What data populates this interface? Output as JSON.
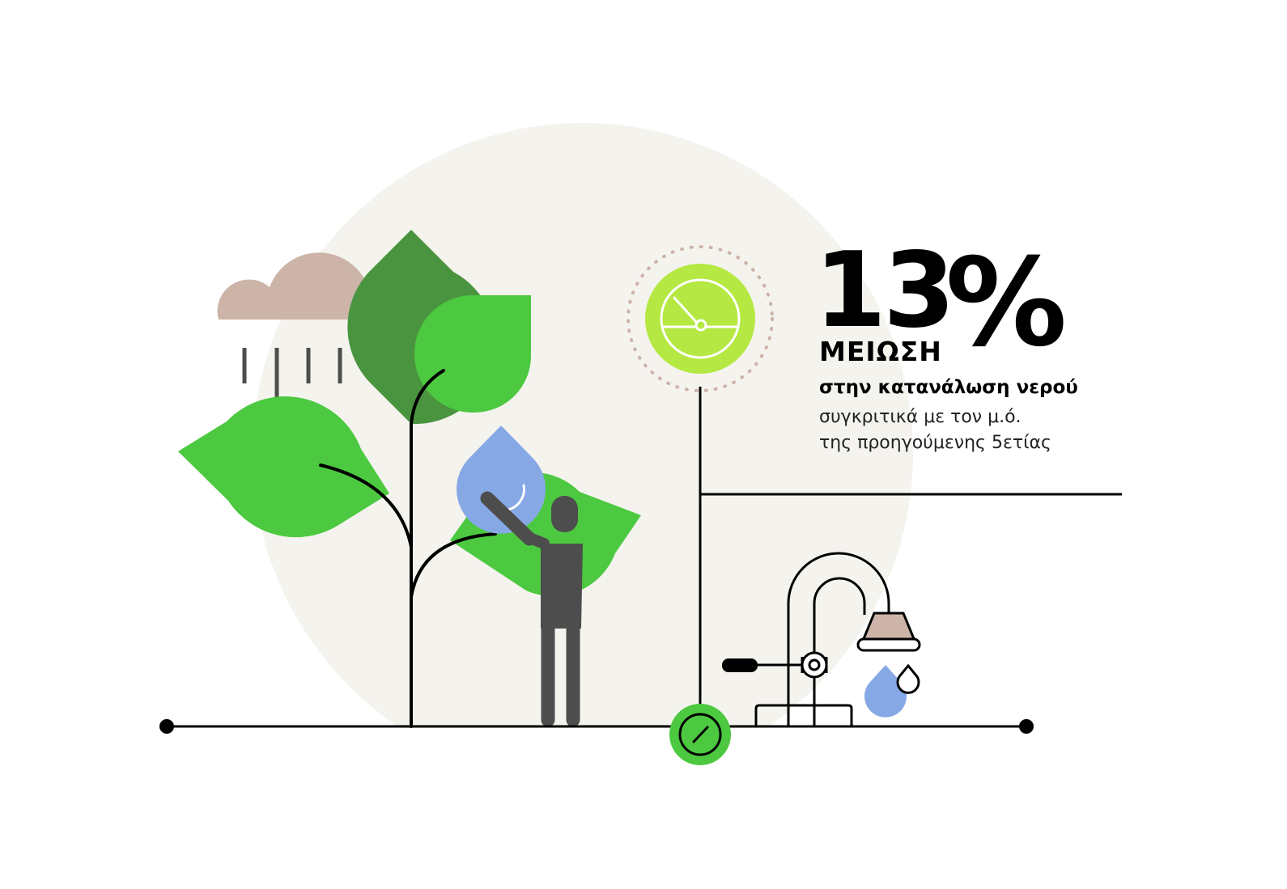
{
  "stat": {
    "number": "13",
    "percent": "%",
    "label": "ΜΕΙΩΣΗ",
    "subtitle": "στην κατανάλωση νερού",
    "description_lines": [
      "συγκριτικά με τον μ.ό.",
      "της προηγούμενης 5ετίας"
    ]
  },
  "colors": {
    "background_circle": "#f5f3ee",
    "leaf_green": "#4cc940",
    "leaf_dark_green": "#4a9440",
    "gauge_lime": "#b5e842",
    "cloud": "#ccb4a9",
    "water_drop": "#86a9e6",
    "person": "#4d4d4d",
    "line": "#000000"
  },
  "icons": [
    "cloud-icon",
    "rain-icon",
    "water-drop-icon",
    "person-icon",
    "gauge-icon",
    "tap-icon",
    "shower-icon",
    "check-badge-icon"
  ]
}
